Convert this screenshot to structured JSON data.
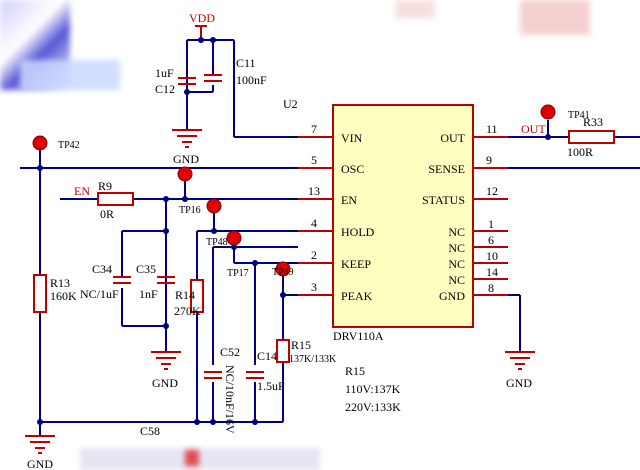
{
  "colors": {
    "wire": "#000080",
    "symbol": "#c00000",
    "chip_fill": "#ffffc0",
    "tp_fill": "#e00000"
  },
  "chip": {
    "ref": "U2",
    "name": "DRV110A",
    "pins_left": [
      {
        "num": "7",
        "name": "VIN"
      },
      {
        "num": "5",
        "name": "OSC"
      },
      {
        "num": "13",
        "name": "EN"
      },
      {
        "num": "4",
        "name": "HOLD"
      },
      {
        "num": "2",
        "name": "KEEP"
      },
      {
        "num": "3",
        "name": "PEAK"
      }
    ],
    "pins_right": [
      {
        "num": "11",
        "name": "OUT"
      },
      {
        "num": "9",
        "name": "SENSE"
      },
      {
        "num": "12",
        "name": "STATUS"
      },
      {
        "num": "1",
        "name": "NC"
      },
      {
        "num": "6",
        "name": "NC"
      },
      {
        "num": "10",
        "name": "NC"
      },
      {
        "num": "14",
        "name": "NC"
      },
      {
        "num": "8",
        "name": "GND"
      }
    ]
  },
  "power": {
    "vdd": "VDD",
    "gnd": "GND"
  },
  "nets": {
    "out": "OUT",
    "en": "EN"
  },
  "components": {
    "c11": {
      "ref": "C11",
      "value": "100nF"
    },
    "c12": {
      "ref": "C12",
      "value": "1uF"
    },
    "r33": {
      "ref": "R33",
      "value": "100R"
    },
    "r9": {
      "ref": "R9",
      "value": "0R"
    },
    "r13": {
      "ref": "R13",
      "value": "160K"
    },
    "c34": {
      "ref": "C34",
      "value": "NC/1uF"
    },
    "c35": {
      "ref": "C35",
      "value": "1nF"
    },
    "r14": {
      "ref": "R14",
      "value": "270K"
    },
    "c52": {
      "ref": "C52",
      "value": "NC/10nF/16V"
    },
    "c14": {
      "ref": "C14",
      "value": "1.5uF"
    },
    "r15": {
      "ref": "R15",
      "value": "137K/133K"
    },
    "c58": {
      "ref": "C58"
    }
  },
  "testpoints": [
    "TP41",
    "TP42",
    "TP16",
    "TP48",
    "TP17",
    "TP49"
  ],
  "note": {
    "title": "R15",
    "line1": "110V:137K",
    "line2": "220V:133K"
  }
}
